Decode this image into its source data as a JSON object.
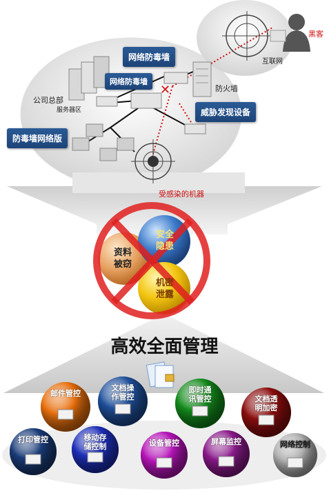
{
  "top": {
    "hacker_label": "黑客",
    "internet_label": "互联网",
    "firewall_label": "防火墙",
    "hq_label": "公司总部",
    "server_label": "服务器区",
    "tag_antivirus_top": "网络防毒墙",
    "tag_antivirus_mid": "网络防毒墙",
    "tag_threat": "威胁发现设备",
    "tag_antivirus_net": "防毒墙网络版",
    "infected_label": "受感染的机器"
  },
  "risks": {
    "data_stolen": "资料\n被窃",
    "security_risk": "安全\n隐患",
    "secret_leak": "机密\n泄露"
  },
  "title": "高效全面管理",
  "modules": [
    {
      "id": "email",
      "label": "邮件管控",
      "color": "#e8700e"
    },
    {
      "id": "doc-op",
      "label": "文档操\n作管控",
      "color": "#1f4f9a"
    },
    {
      "id": "im",
      "label": "即时通\n讯管控",
      "color": "#138a1c"
    },
    {
      "id": "doc-enc",
      "label": "文档透\n明加密",
      "color": "#8b0d0d"
    },
    {
      "id": "print",
      "label": "打印管控",
      "color": "#1a3c78"
    },
    {
      "id": "mobile",
      "label": "移动存\n储控制",
      "color": "#1d2fb8"
    },
    {
      "id": "device",
      "label": "设备管控",
      "color": "#b514b8"
    },
    {
      "id": "screen",
      "label": "屏幕监控",
      "color": "#8a1a8a"
    },
    {
      "id": "network",
      "label": "网络控制",
      "color": "#b0b0b0"
    }
  ]
}
